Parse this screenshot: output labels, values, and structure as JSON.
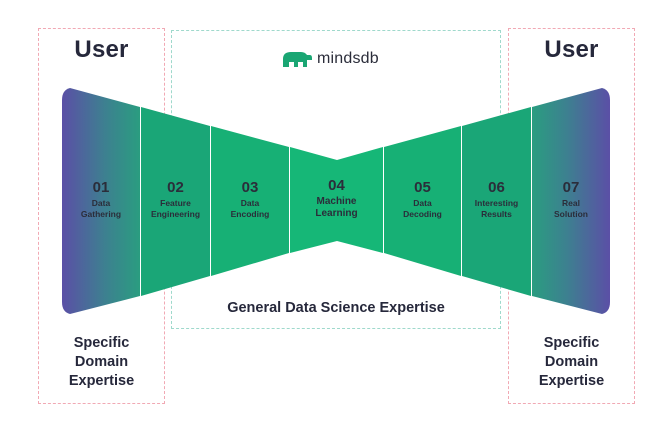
{
  "user_left": "User",
  "user_right": "User",
  "brand": {
    "name": "mindsdb"
  },
  "middle_caption": "General Data Science Expertise",
  "domain_left": "Specific\nDomain\nExpertise",
  "domain_right": "Specific\nDomain\nExpertise",
  "steps": [
    {
      "num": "01",
      "label": "Data\nGathering"
    },
    {
      "num": "02",
      "label": "Feature\nEngineering"
    },
    {
      "num": "03",
      "label": "Data\nEncoding"
    },
    {
      "num": "04",
      "label": "Machine\nLearning"
    },
    {
      "num": "05",
      "label": "Data\nDecoding"
    },
    {
      "num": "06",
      "label": "Interesting\nResults"
    },
    {
      "num": "07",
      "label": "Real\nSolution"
    }
  ],
  "colors": {
    "purple": "#5b52a3",
    "teal": "#3a8a8a",
    "green": "#17b075",
    "dashed_pink": "#f1a9b4",
    "dashed_green": "#9fd9cc"
  }
}
